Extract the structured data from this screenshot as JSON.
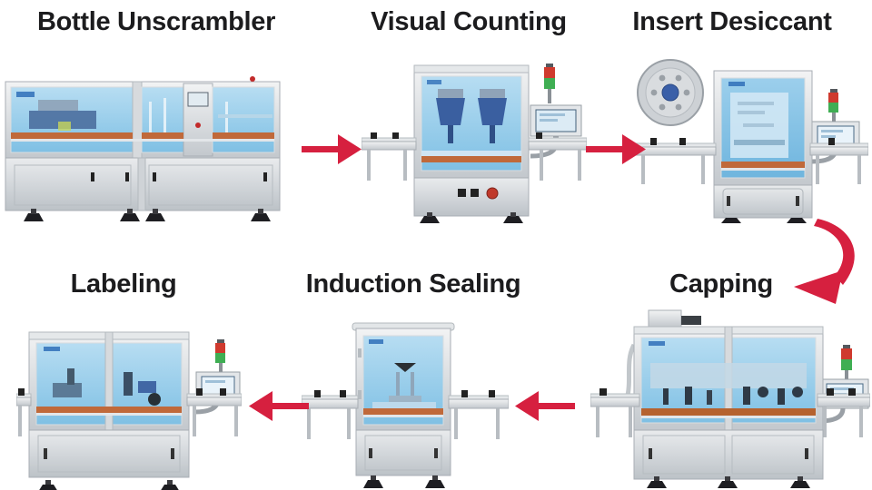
{
  "colors": {
    "background": "#ffffff",
    "arrow_red": "#d6203f",
    "title_text": "#1c1c1e",
    "window_blue": "#8ec9e9",
    "machine_gray": "#ccd1d6",
    "rail_orange": "#c0693a"
  },
  "stations": [
    {
      "id": "bottle-unscrambler",
      "label": "Bottle Unscrambler",
      "row": 1
    },
    {
      "id": "visual-counting",
      "label": "Visual Counting",
      "row": 1
    },
    {
      "id": "insert-desiccant",
      "label": "Insert Desiccant",
      "row": 1
    },
    {
      "id": "labeling",
      "label": "Labeling",
      "row": 2
    },
    {
      "id": "induction-sealing",
      "label": "Induction Sealing",
      "row": 2
    },
    {
      "id": "capping",
      "label": "Capping",
      "row": 2
    }
  ],
  "arrows": [
    {
      "name": "arrow-1",
      "from": "Bottle Unscrambler",
      "to": "Visual Counting",
      "direction": "right"
    },
    {
      "name": "arrow-2",
      "from": "Visual Counting",
      "to": "Insert Desiccant",
      "direction": "right"
    },
    {
      "name": "arrow-3",
      "from": "Insert Desiccant",
      "to": "Capping",
      "direction": "curved-down-left"
    },
    {
      "name": "arrow-4",
      "from": "Capping",
      "to": "Induction Sealing",
      "direction": "left"
    },
    {
      "name": "arrow-5",
      "from": "Induction Sealing",
      "to": "Labeling",
      "direction": "left"
    }
  ]
}
